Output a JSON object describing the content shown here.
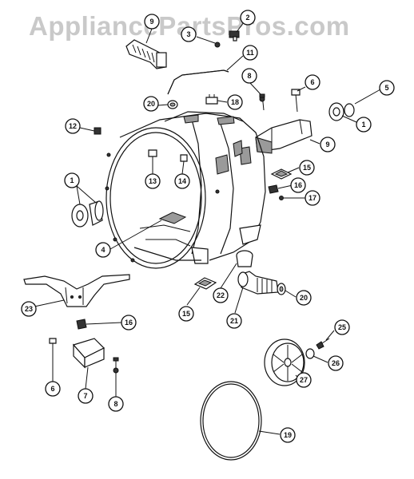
{
  "watermark": "AppliancePartsPros.com",
  "callouts": [
    {
      "id": "c9a",
      "label": "9"
    },
    {
      "id": "c2",
      "label": "2"
    },
    {
      "id": "c3",
      "label": "3"
    },
    {
      "id": "c11",
      "label": "11"
    },
    {
      "id": "c8a",
      "label": "8"
    },
    {
      "id": "c6a",
      "label": "6"
    },
    {
      "id": "c5",
      "label": "5"
    },
    {
      "id": "c20a",
      "label": "20"
    },
    {
      "id": "c18",
      "label": "18"
    },
    {
      "id": "c1a",
      "label": "1"
    },
    {
      "id": "c12",
      "label": "12"
    },
    {
      "id": "c9b",
      "label": "9"
    },
    {
      "id": "c13",
      "label": "13"
    },
    {
      "id": "c14",
      "label": "14"
    },
    {
      "id": "c15a",
      "label": "15"
    },
    {
      "id": "c16a",
      "label": "16"
    },
    {
      "id": "c17",
      "label": "17"
    },
    {
      "id": "c1b",
      "label": "1"
    },
    {
      "id": "c4",
      "label": "4"
    },
    {
      "id": "c22",
      "label": "22"
    },
    {
      "id": "c20b",
      "label": "20"
    },
    {
      "id": "c23",
      "label": "23"
    },
    {
      "id": "c15b",
      "label": "15"
    },
    {
      "id": "c21",
      "label": "21"
    },
    {
      "id": "c16b",
      "label": "16"
    },
    {
      "id": "c25",
      "label": "25"
    },
    {
      "id": "c26",
      "label": "26"
    },
    {
      "id": "c27",
      "label": "27"
    },
    {
      "id": "c6b",
      "label": "6"
    },
    {
      "id": "c7",
      "label": "7"
    },
    {
      "id": "c8b",
      "label": "8"
    },
    {
      "id": "c19",
      "label": "19"
    }
  ]
}
